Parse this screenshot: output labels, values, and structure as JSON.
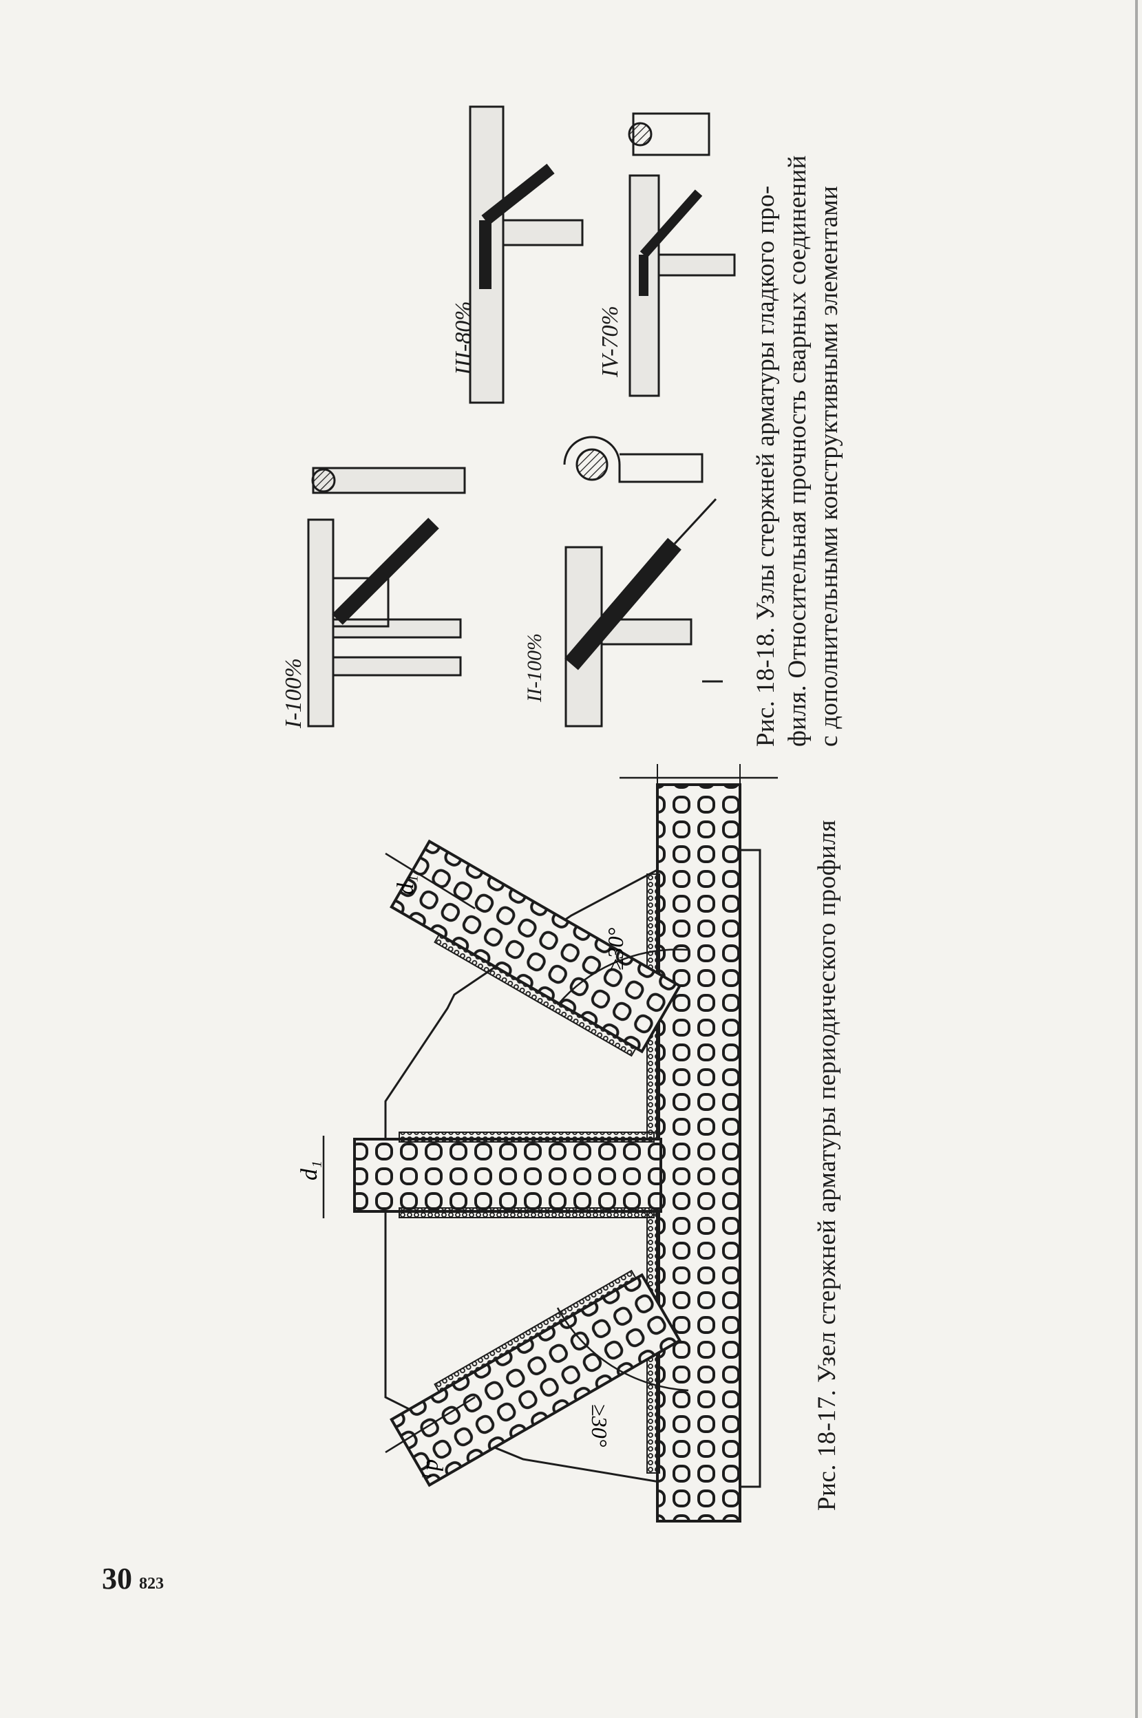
{
  "page": {
    "number": "30",
    "signature": "823"
  },
  "fig17": {
    "caption": "Рис. 18-17. Узел стержней арматуры периодического профиля"
  },
  "fig18": {
    "caption_lines": [
      "Рис. 18-18. Узлы стержней арматуры гладкого про-",
      "филя. Относительная прочность сварных соединений",
      "с дополнительными конструктивными элементами"
    ],
    "variants": [
      "I-100%",
      "II-100%",
      "III-80%",
      "IV-70%"
    ]
  },
  "colors": {
    "paper": "#f4f3ef",
    "ink": "#1c1c1c"
  }
}
